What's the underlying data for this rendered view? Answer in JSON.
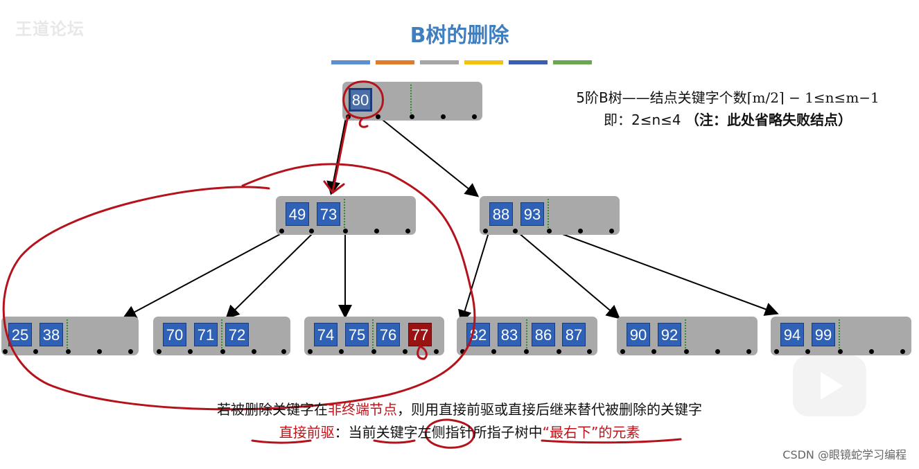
{
  "watermark": "王道论坛",
  "title": "B树的删除",
  "colors": [
    "#5b8fd0",
    "#e07b2a",
    "#a5a5a5",
    "#f2c113",
    "#3a5fb0",
    "#6aa84f"
  ],
  "note": {
    "line1_prefix": "5阶B树——结点关键字个数",
    "line1_formula": "⌈m/2⌉ − 1≤n≤m−1",
    "line2_prefix": "即：2≤n≤4 ",
    "line2_bold": "（注：此处省略失败结点）"
  },
  "nodes": {
    "root": [
      "80"
    ],
    "left": [
      "49",
      "73"
    ],
    "right": [
      "88",
      "93"
    ],
    "leaf1": [
      "25",
      "38"
    ],
    "leaf2": [
      "70",
      "71",
      "72"
    ],
    "leaf3": [
      "74",
      "75",
      "76",
      "77"
    ],
    "leaf4": [
      "82",
      "83",
      "86",
      "87"
    ],
    "leaf5": [
      "90",
      "92"
    ],
    "leaf6": [
      "94",
      "99"
    ]
  },
  "caption": {
    "line1_a": "若被删除关键字在",
    "line1_red": "非终端节点",
    "line1_b": "，则用直接前驱或直接后继来替代被删除的关键字",
    "line2_red1": "直接前驱",
    "line2_a": "：当前关键字左侧指针所指子树中",
    "line2_red2": "“最右下”的元素"
  },
  "footer": "CSDN @眼镜蛇学习编程"
}
